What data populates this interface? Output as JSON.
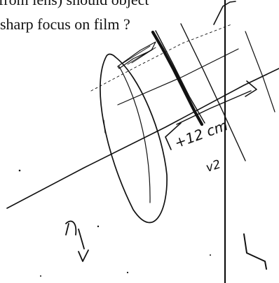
{
  "document": {
    "text_lines": [
      "from lens) should object",
      "sharp focus on film ?"
    ],
    "handwritten_annotations": [
      "+12 cm",
      "v2"
    ],
    "ink_color": "#111111"
  }
}
